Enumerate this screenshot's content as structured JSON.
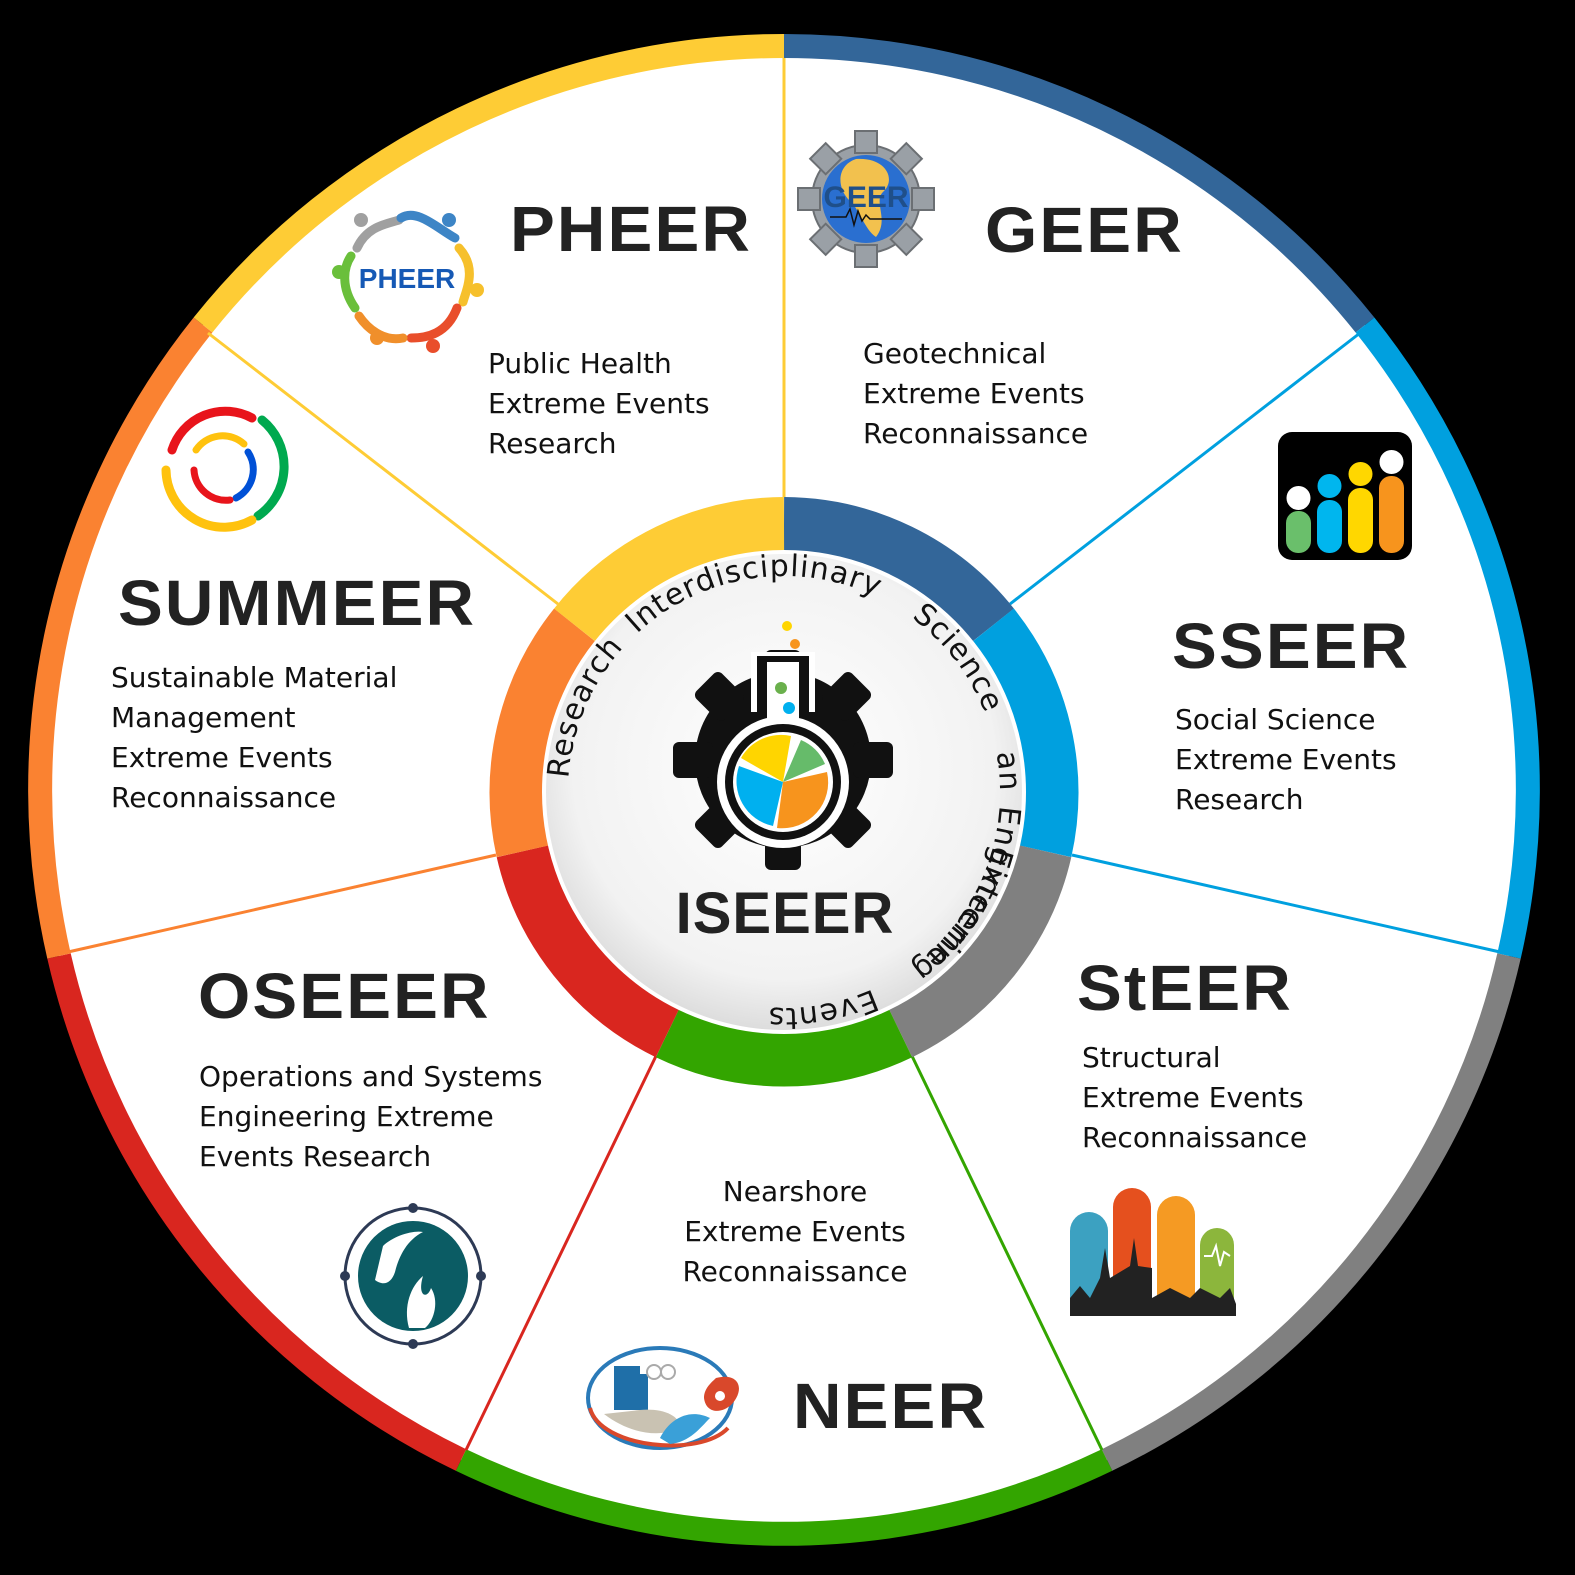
{
  "diagram": {
    "center": {
      "title": "ISEEER",
      "ring_text": [
        "Interdisciplinary",
        "Science",
        "and",
        "Engineering",
        "Extreme",
        "Events",
        "Research"
      ],
      "icon": "flask-gear-icon"
    },
    "segments": [
      {
        "id": "geer",
        "heading": "GEER",
        "description": [
          "Geotechnical",
          "Extreme Events",
          "Reconnaissance"
        ],
        "color": "#336699",
        "logo": "geer-gear-globe-logo",
        "logo_text": "GEER"
      },
      {
        "id": "sseer",
        "heading": "SSEER",
        "description": [
          "Social Science",
          "Extreme Events",
          "Research"
        ],
        "color": "#00A0DF",
        "logo": "sseer-people-bars-logo"
      },
      {
        "id": "steer",
        "heading": "StEER",
        "description": [
          "Structural",
          "Extreme Events",
          "Reconnaissance"
        ],
        "color": "#808080",
        "logo": "steer-hazard-skyline-logo"
      },
      {
        "id": "neer",
        "heading": "NEER",
        "description": [
          "Nearshore",
          "Extreme Events",
          "Reconnaissance"
        ],
        "color": "#33A500",
        "logo": "neer-coastal-wave-logo"
      },
      {
        "id": "oseeer",
        "heading": "OSEEER",
        "description": [
          "Operations and Systems",
          "Engineering Extreme",
          "Events Research"
        ],
        "color": "#D9261F",
        "logo": "oseeer-globe-flame-logo"
      },
      {
        "id": "summeer",
        "heading": "SUMMEER",
        "description": [
          "Sustainable Material",
          "Management",
          "Extreme Events",
          "Reconnaissance"
        ],
        "color": "#FA8231",
        "logo": "summeer-swirl-logo"
      },
      {
        "id": "pheer",
        "heading": "PHEER",
        "description": [
          "Public Health",
          "Extreme Events",
          "Research"
        ],
        "color": "#FECC35",
        "logo": "pheer-people-circle-logo",
        "logo_text": "PHEER"
      }
    ]
  }
}
